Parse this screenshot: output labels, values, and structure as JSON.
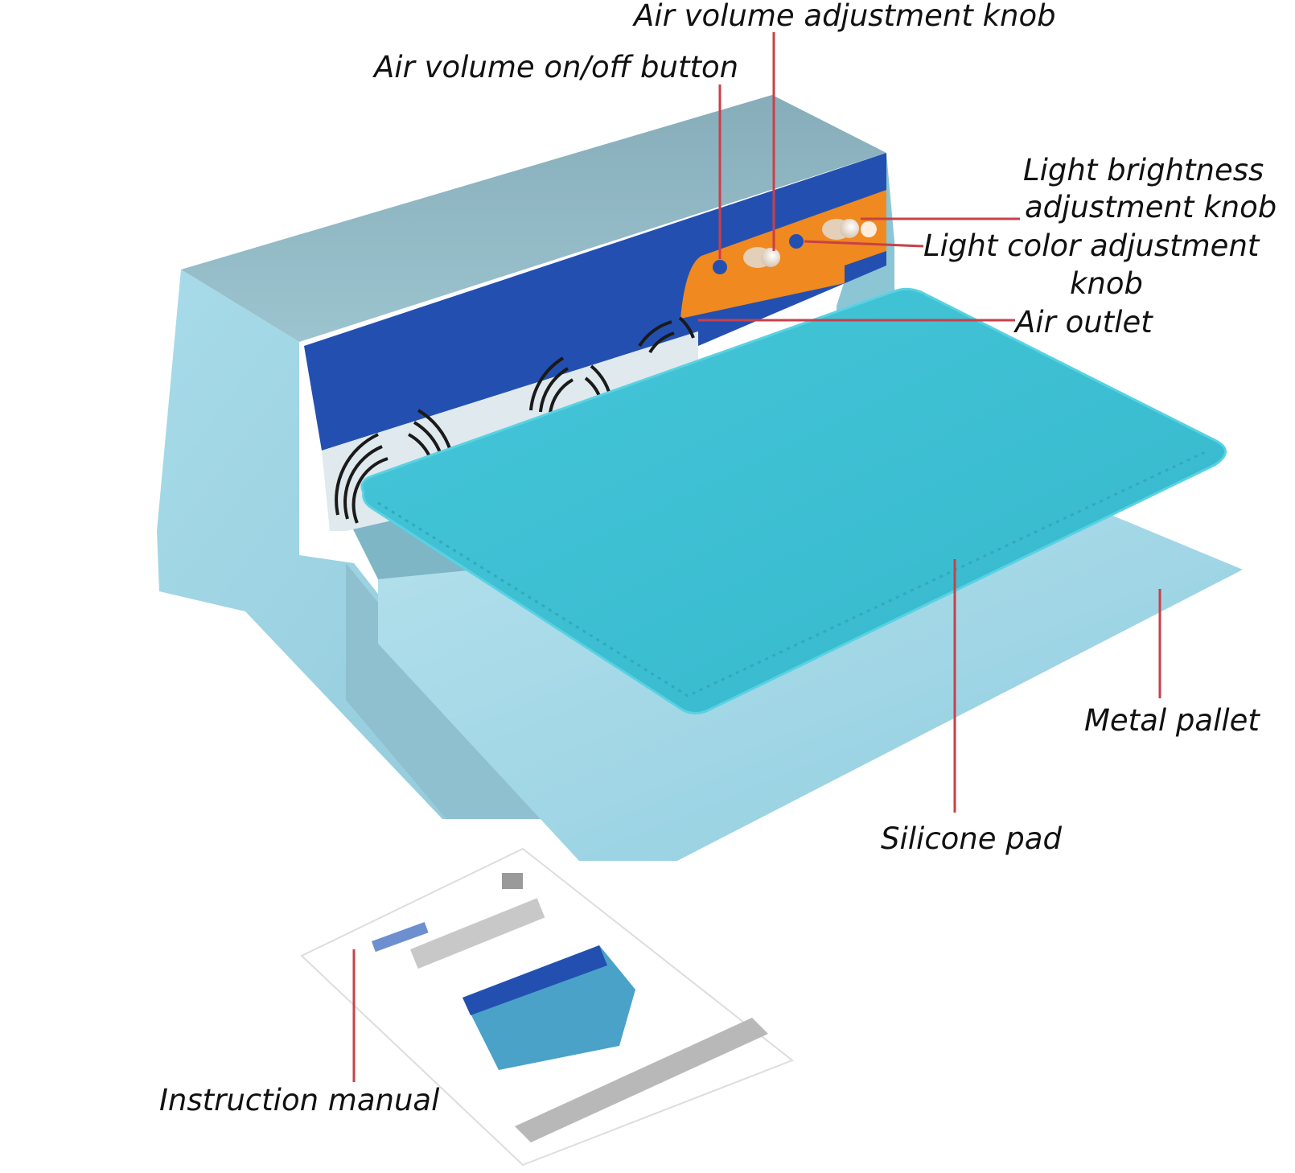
{
  "labels": {
    "air_volume_adjustment_knob": "Air volume adjustment knob",
    "air_volume_on_off_button": "Air volume on/off button",
    "light_brightness_line1": "Light brightness",
    "light_brightness_line2": "adjustment knob",
    "light_color_line1": "Light color adjustment",
    "light_color_line2": "knob",
    "air_outlet": "Air outlet",
    "metal_pallet": "Metal pallet",
    "silicone_pad": "Silicone pad",
    "instruction_manual": "Instruction manual"
  },
  "colors": {
    "callout_line": "#c8404a",
    "housing_light": "#9ed3e2",
    "housing_top": "#8fb8c3",
    "panel_blue": "#2350b0",
    "panel_orange": "#f0891f",
    "pad_teal": "#3fc3d6",
    "pallet": "#a9d8e7"
  }
}
